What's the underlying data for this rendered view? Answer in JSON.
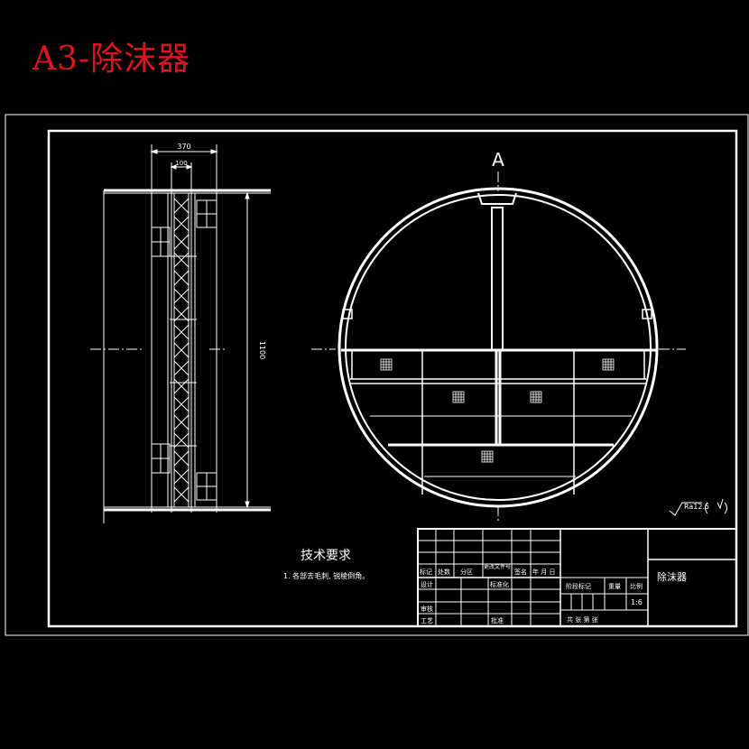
{
  "page": {
    "title": "A3-除沫器",
    "title_color": "#e0151b",
    "line_color": "#ffffff",
    "background": "#000000"
  },
  "side_view": {
    "dim_top": "370",
    "dim_inner": "100",
    "dim_height": "1100"
  },
  "plan_view": {
    "section_label": "A"
  },
  "roughness": {
    "value": "Ra12.5"
  },
  "notes": {
    "heading": "技术要求",
    "item_1": "1. 各部去毛刺, 锐棱倒角。"
  },
  "title_block": {
    "rev_cols": [
      "标记",
      "处数",
      "分区",
      "更改文件号",
      "签名",
      "年 月 日"
    ],
    "design": "设计",
    "standardization": "标准化",
    "review": "审核",
    "process": "工艺",
    "approve": "批准",
    "stage_mark": "阶段标记",
    "weight": "重量",
    "scale": "比例",
    "scale_value": "1:6",
    "sheets": "共 张 第 张",
    "drawing_name": "除沫器"
  }
}
